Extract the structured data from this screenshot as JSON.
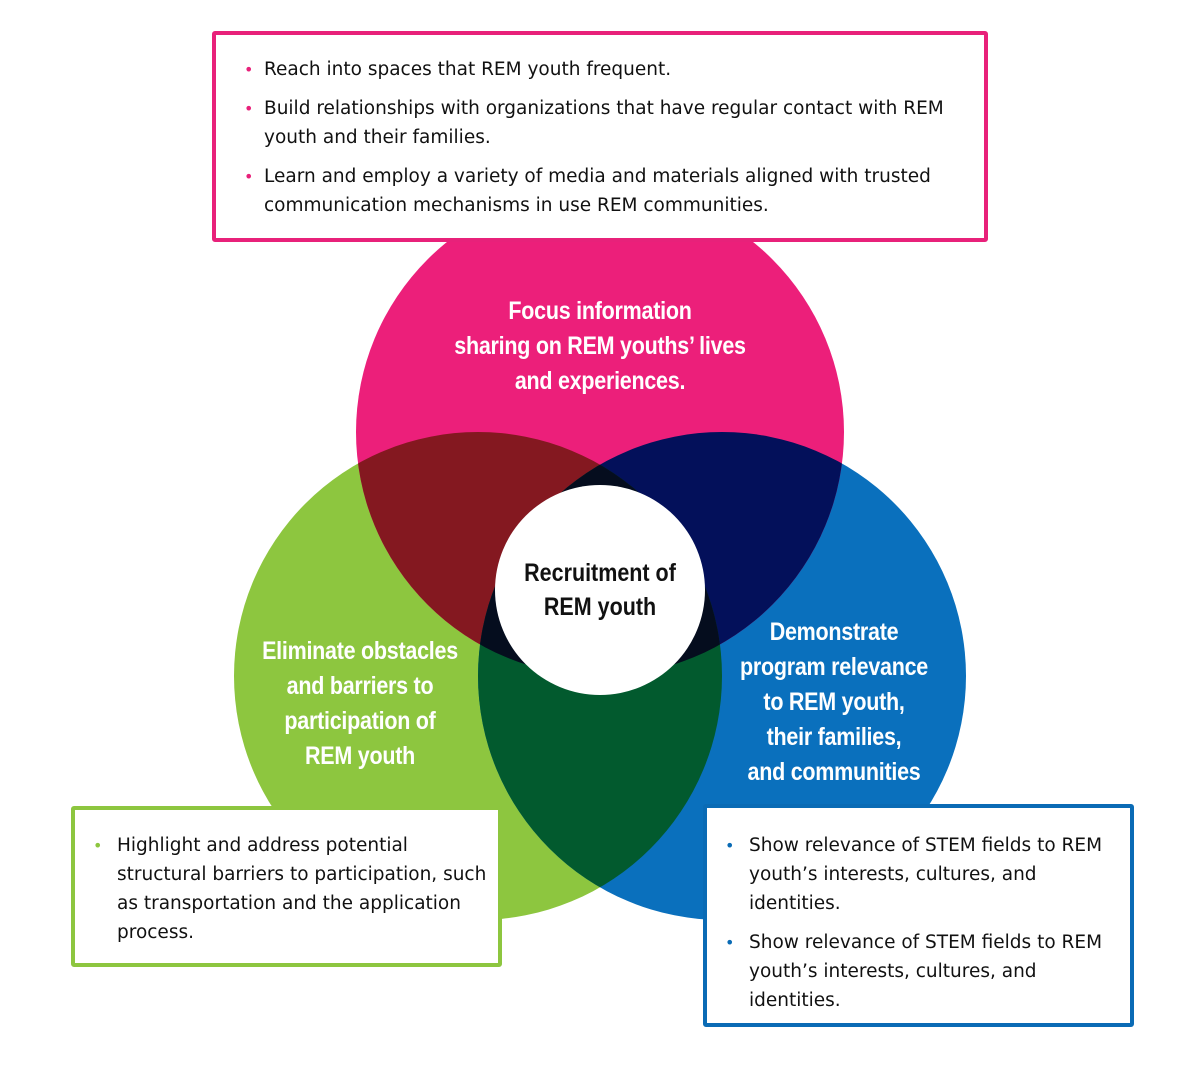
{
  "colors": {
    "pink": "#ec1f7a",
    "green": "#8dc63f",
    "blue": "#0a70bd",
    "pink_green_overlap": "#841820",
    "pink_blue_overlap": "#03105a",
    "green_blue_overlap": "#025a2e",
    "triple_overlap": "#050d1e",
    "center": "#ffffff"
  },
  "center": {
    "label": "Recruitment of\nREM youth"
  },
  "circles": {
    "top": {
      "label": "Focus information\nsharing on REM youths’ lives\nand experiences."
    },
    "left": {
      "label": "Eliminate obstacles\nand barriers to\nparticipation of\nREM youth"
    },
    "right": {
      "label": "Demonstrate\nprogram relevance\nto REM youth,\ntheir families,\nand communities"
    }
  },
  "boxes": {
    "top": {
      "bullets": [
        "Reach into spaces that REM youth frequent.",
        "Build relationships with organizations that have regular contact with REM youth and their families.",
        "Learn and employ a variety of media and materials aligned with trusted communication mechanisms in use REM communities."
      ]
    },
    "left": {
      "bullets": [
        "Highlight and address potential structural barriers to participation, such as transportation and the application process."
      ]
    },
    "right": {
      "bullets": [
        "Show relevance of STEM fields to REM youth’s interests, cultures, and identities.",
        "Show relevance of STEM fields to REM youth’s interests, cultures, and identities."
      ]
    }
  },
  "bullet_glyph": "•"
}
